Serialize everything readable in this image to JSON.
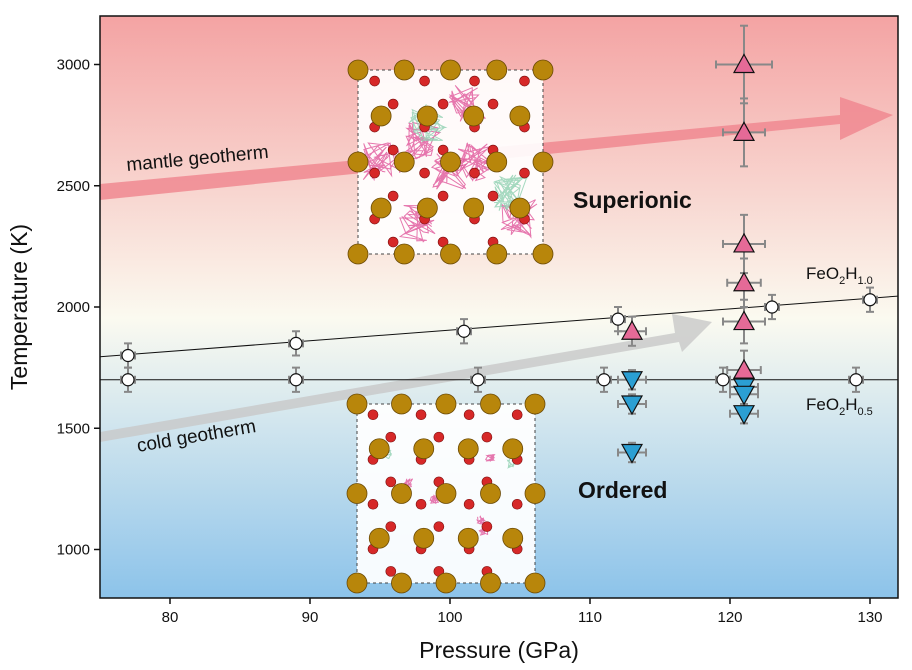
{
  "chart_data": {
    "type": "scatter",
    "xlabel": "Pressure (GPa)",
    "ylabel": "Temperature (K)",
    "xlim": [
      75,
      132
    ],
    "ylim": [
      800,
      3200
    ],
    "xticks": [
      80,
      90,
      100,
      110,
      120,
      130
    ],
    "yticks": [
      1000,
      1500,
      2000,
      2500,
      3000
    ],
    "background": {
      "top": "#f4a3a3",
      "middle": "#fbfaf0",
      "bottom": "#8cc3ea"
    },
    "series": [
      {
        "name": "FeO2H1.0",
        "marker": "circle",
        "color": "#ffffff",
        "points": [
          {
            "x": 77,
            "y": 1800,
            "xerr": 0.5,
            "yerr": 50
          },
          {
            "x": 89,
            "y": 1850,
            "xerr": 0.5,
            "yerr": 50
          },
          {
            "x": 101,
            "y": 1900,
            "xerr": 0.5,
            "yerr": 50
          },
          {
            "x": 112,
            "y": 1950,
            "xerr": 0.5,
            "yerr": 50
          },
          {
            "x": 123,
            "y": 2000,
            "xerr": 0.5,
            "yerr": 50
          },
          {
            "x": 130,
            "y": 2030,
            "xerr": 0.5,
            "yerr": 50
          }
        ]
      },
      {
        "name": "FeO2H0.5",
        "marker": "circle",
        "color": "#ffffff",
        "points": [
          {
            "x": 77,
            "y": 1700,
            "xerr": 0.5,
            "yerr": 50
          },
          {
            "x": 89,
            "y": 1700,
            "xerr": 0.5,
            "yerr": 50
          },
          {
            "x": 102,
            "y": 1700,
            "xerr": 0.5,
            "yerr": 50
          },
          {
            "x": 111,
            "y": 1700,
            "xerr": 0.5,
            "yerr": 50
          },
          {
            "x": 119.5,
            "y": 1700,
            "xerr": 0.5,
            "yerr": 50
          },
          {
            "x": 129,
            "y": 1700,
            "xerr": 0.5,
            "yerr": 50
          }
        ]
      },
      {
        "name": "Superionic",
        "marker": "triangle-up",
        "color": "#e56a97",
        "points": [
          {
            "x": 121,
            "y": 3000,
            "xerr": 2,
            "yerr": 160
          },
          {
            "x": 121,
            "y": 2720,
            "xerr": 1.5,
            "yerr": 140
          },
          {
            "x": 121,
            "y": 2260,
            "xerr": 1.5,
            "yerr": 120
          },
          {
            "x": 121,
            "y": 2100,
            "xerr": 1.2,
            "yerr": 100
          },
          {
            "x": 121,
            "y": 1940,
            "xerr": 1.5,
            "yerr": 90
          },
          {
            "x": 121,
            "y": 1740,
            "xerr": 1.2,
            "yerr": 80
          },
          {
            "x": 113,
            "y": 1900,
            "xerr": 1,
            "yerr": 60
          }
        ]
      },
      {
        "name": "Ordered",
        "marker": "triangle-down",
        "color": "#2b9fd3",
        "points": [
          {
            "x": 121,
            "y": 1670,
            "xerr": 1,
            "yerr": 40
          },
          {
            "x": 121,
            "y": 1640,
            "xerr": 1,
            "yerr": 40
          },
          {
            "x": 121,
            "y": 1560,
            "xerr": 1,
            "yerr": 40
          },
          {
            "x": 113,
            "y": 1700,
            "xerr": 1,
            "yerr": 40
          },
          {
            "x": 113,
            "y": 1600,
            "xerr": 1,
            "yerr": 40
          },
          {
            "x": 113,
            "y": 1400,
            "xerr": 1,
            "yerr": 40
          }
        ]
      }
    ],
    "fit_lines": [
      {
        "name": "FeO2H1.0",
        "from": [
          75,
          1795
        ],
        "to": [
          132,
          2045
        ]
      },
      {
        "name": "FeO2H0.5",
        "from": [
          75,
          1700
        ],
        "to": [
          132,
          1700
        ]
      }
    ],
    "annotations": {
      "mantle_geotherm": {
        "text": "mantle geotherm",
        "color": "#f08890"
      },
      "cold_geotherm": {
        "text": "cold geotherm",
        "color": "#c8c8c8"
      },
      "superionic": {
        "text": "Superionic"
      },
      "ordered": {
        "text": "Ordered"
      },
      "line_label_1": {
        "base": "FeO",
        "sub1": "2",
        "mid": "H",
        "sub2": "1.0"
      },
      "line_label_2": {
        "base": "FeO",
        "sub1": "2",
        "mid": "H",
        "sub2": "0.5"
      }
    },
    "insets": {
      "fe_atom_color": "#b8860b",
      "o_atom_color": "#d62828",
      "h_trajectory_colors": [
        "#e0559a",
        "#8fd0b0"
      ]
    }
  }
}
